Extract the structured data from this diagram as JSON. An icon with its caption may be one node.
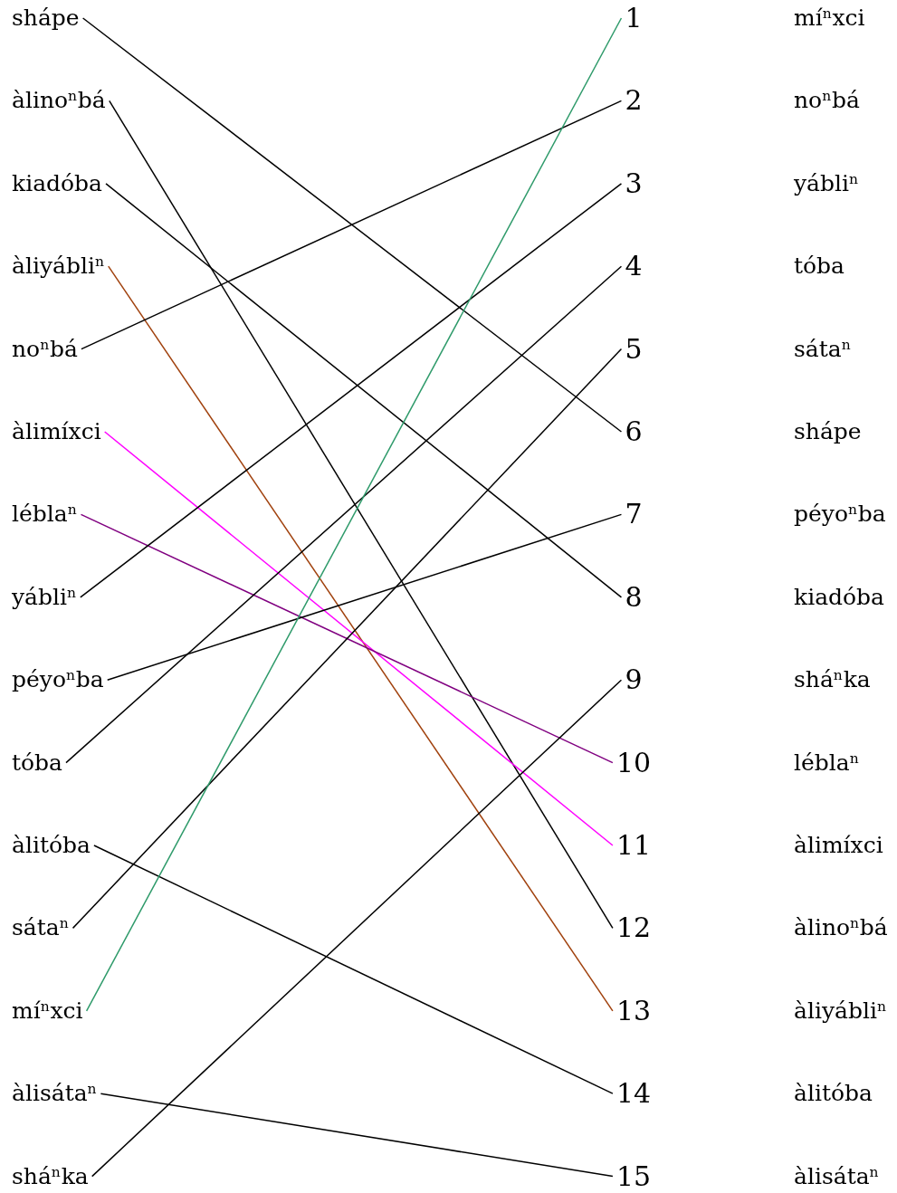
{
  "diagram": {
    "nodes": [
      {
        "text": [
          "shápe"
        ]
      },
      {
        "text": [
          "àlinoⁿbá"
        ]
      },
      {
        "text": [
          "kiadóba"
        ]
      },
      {
        "text": [
          "àliyábliⁿ"
        ]
      },
      {
        "text": [
          "noⁿbá"
        ]
      },
      {
        "text": [
          "àlimíxci"
        ]
      },
      {
        "text": [
          "léblaⁿ"
        ]
      },
      {
        "text": [
          "yábliⁿ"
        ]
      },
      {
        "text": [
          "péyoⁿba"
        ]
      },
      {
        "text": [
          "tóba"
        ]
      },
      {
        "text": [
          "àlitóba"
        ]
      },
      {
        "text": [
          "sátaⁿ"
        ]
      },
      {
        "text": [
          "míⁿxci"
        ]
      },
      {
        "text": [
          "àlisátaⁿ"
        ]
      },
      {
        "text": [
          "sháⁿka"
        ]
      },
      {
        "text": [
          "1"
        ]
      },
      {
        "text": [
          "2"
        ]
      },
      {
        "text": [
          "3"
        ]
      },
      {
        "text": [
          "4"
        ]
      },
      {
        "text": [
          "5"
        ]
      },
      {
        "text": [
          "6"
        ]
      },
      {
        "text": [
          "7"
        ]
      },
      {
        "text": [
          "8"
        ]
      },
      {
        "text": [
          "9"
        ]
      },
      {
        "text": [
          "10"
        ]
      },
      {
        "text": [
          "11"
        ]
      },
      {
        "text": [
          "12"
        ]
      },
      {
        "text": [
          "13"
        ]
      },
      {
        "text": [
          "14"
        ]
      },
      {
        "text": [
          "15"
        ]
      }
    ],
    "edges": [
      {
        "from": 0,
        "to": 20,
        "arrow": "none"
      },
      {
        "from": 1,
        "to": 26,
        "arrow": "none"
      },
      {
        "from": 2,
        "to": 22,
        "arrow": "none"
      },
      {
        "from": 3,
        "to": 27,
        "arrow": "none",
        "color": "#a0410d"
      },
      {
        "from": 4,
        "to": 16,
        "arrow": "none"
      },
      {
        "from": 5,
        "to": 25,
        "arrow": "none",
        "color": "#ff00ff"
      },
      {
        "from": 6,
        "to": 24,
        "arrow": "none",
        "color": "#800080"
      },
      {
        "from": 7,
        "to": 17,
        "arrow": "none"
      },
      {
        "from": 8,
        "to": 21,
        "arrow": "none"
      },
      {
        "from": 9,
        "to": 18,
        "arrow": "none"
      },
      {
        "from": 10,
        "to": 28,
        "arrow": "none"
      },
      {
        "from": 11,
        "to": 19,
        "arrow": "none"
      },
      {
        "from": 12,
        "to": 15,
        "arrow": "none",
        "color": "#2e9a6a"
      },
      {
        "from": 13,
        "to": 29,
        "arrow": "none"
      },
      {
        "from": 14,
        "to": 23,
        "arrow": "none"
      }
    ],
    "labels": [
      "míⁿxci",
      "noⁿbá",
      "yábliⁿ",
      "tóba",
      "sátaⁿ",
      "shápe",
      "péyoⁿba",
      "kiadóba",
      "sháⁿka",
      "léblaⁿ",
      "àlimíxci",
      "àlinoⁿbá",
      "àliyábliⁿ",
      "àlitóba",
      "àlisátaⁿ"
    ]
  }
}
